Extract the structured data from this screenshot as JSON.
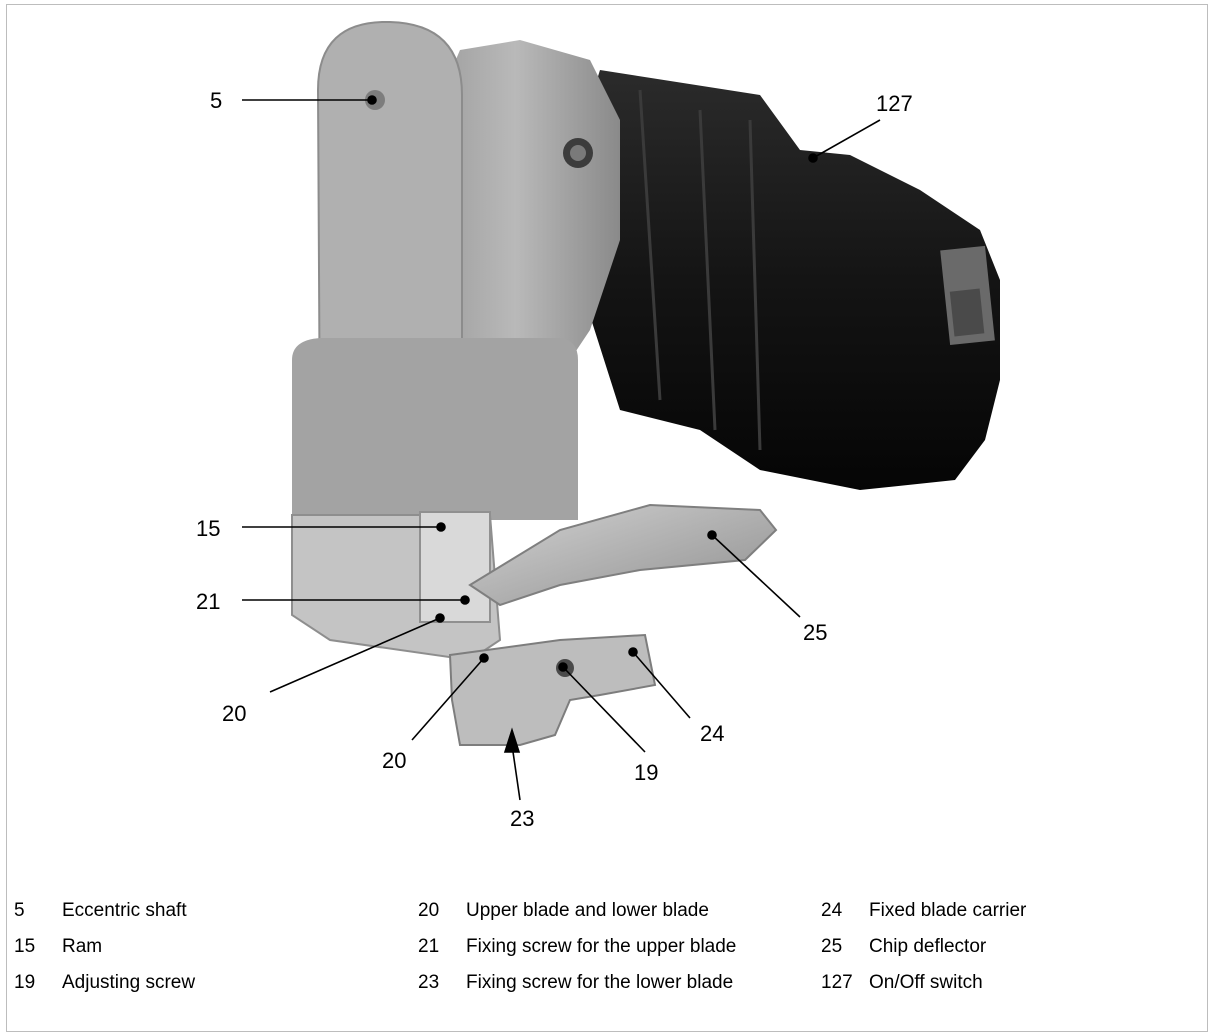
{
  "callouts": [
    {
      "id": "5",
      "label": "5"
    },
    {
      "id": "127",
      "label": "127"
    },
    {
      "id": "15",
      "label": "15"
    },
    {
      "id": "21",
      "label": "21"
    },
    {
      "id": "25",
      "label": "25"
    },
    {
      "id": "20a",
      "label": "20"
    },
    {
      "id": "24",
      "label": "24"
    },
    {
      "id": "20b",
      "label": "20"
    },
    {
      "id": "19",
      "label": "19"
    },
    {
      "id": "23",
      "label": "23"
    }
  ],
  "legend": [
    {
      "num": "5",
      "text": "Eccentric shaft"
    },
    {
      "num": "15",
      "text": "Ram"
    },
    {
      "num": "19",
      "text": "Adjusting screw"
    },
    {
      "num": "20",
      "text": "Upper blade and lower blade"
    },
    {
      "num": "21",
      "text": "Fixing screw for the upper blade"
    },
    {
      "num": "23",
      "text": "Fixing screw for the lower blade"
    },
    {
      "num": "24",
      "text": "Fixed blade carrier"
    },
    {
      "num": "25",
      "text": "Chip deflector"
    },
    {
      "num": "127",
      "text": "On/Off switch"
    }
  ],
  "colors": {
    "housing_light": "#a9a9a9",
    "housing_mid": "#8c8c8c",
    "motor_dark": "#1a1a1a",
    "blade_metal": "#b5b5b5",
    "frame_border": "#bdbdbd"
  }
}
